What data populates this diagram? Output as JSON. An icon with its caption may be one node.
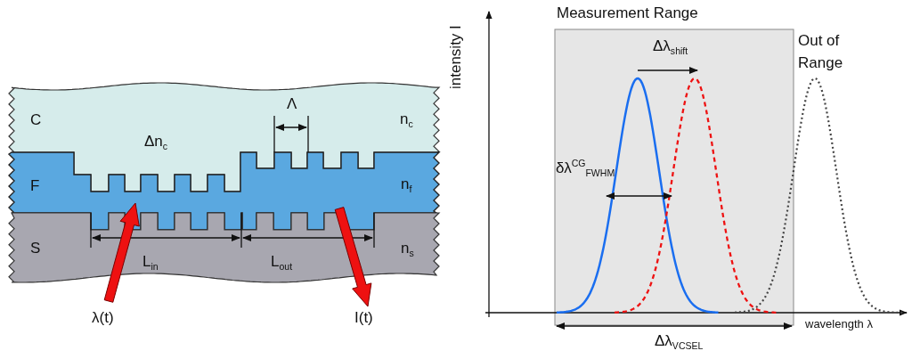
{
  "diagram": {
    "labels": [
      "Measurement Range",
      "intensity I",
      "Δλ$_{shift}$",
      "Out of Range",
      "Λ",
      "C",
      "n$_{c}$",
      "Δn$_{c}$",
      "δλ$^{CG}$$_{FWHM}$",
      "F",
      "n$_{f}$",
      "S",
      "n$_{s}$",
      "L$_{in}$",
      "L$_{out}$",
      "λ(t)",
      "wavelength λ",
      "I(t)",
      "Δλ$_{VCSEL}$"
    ]
  }
}
